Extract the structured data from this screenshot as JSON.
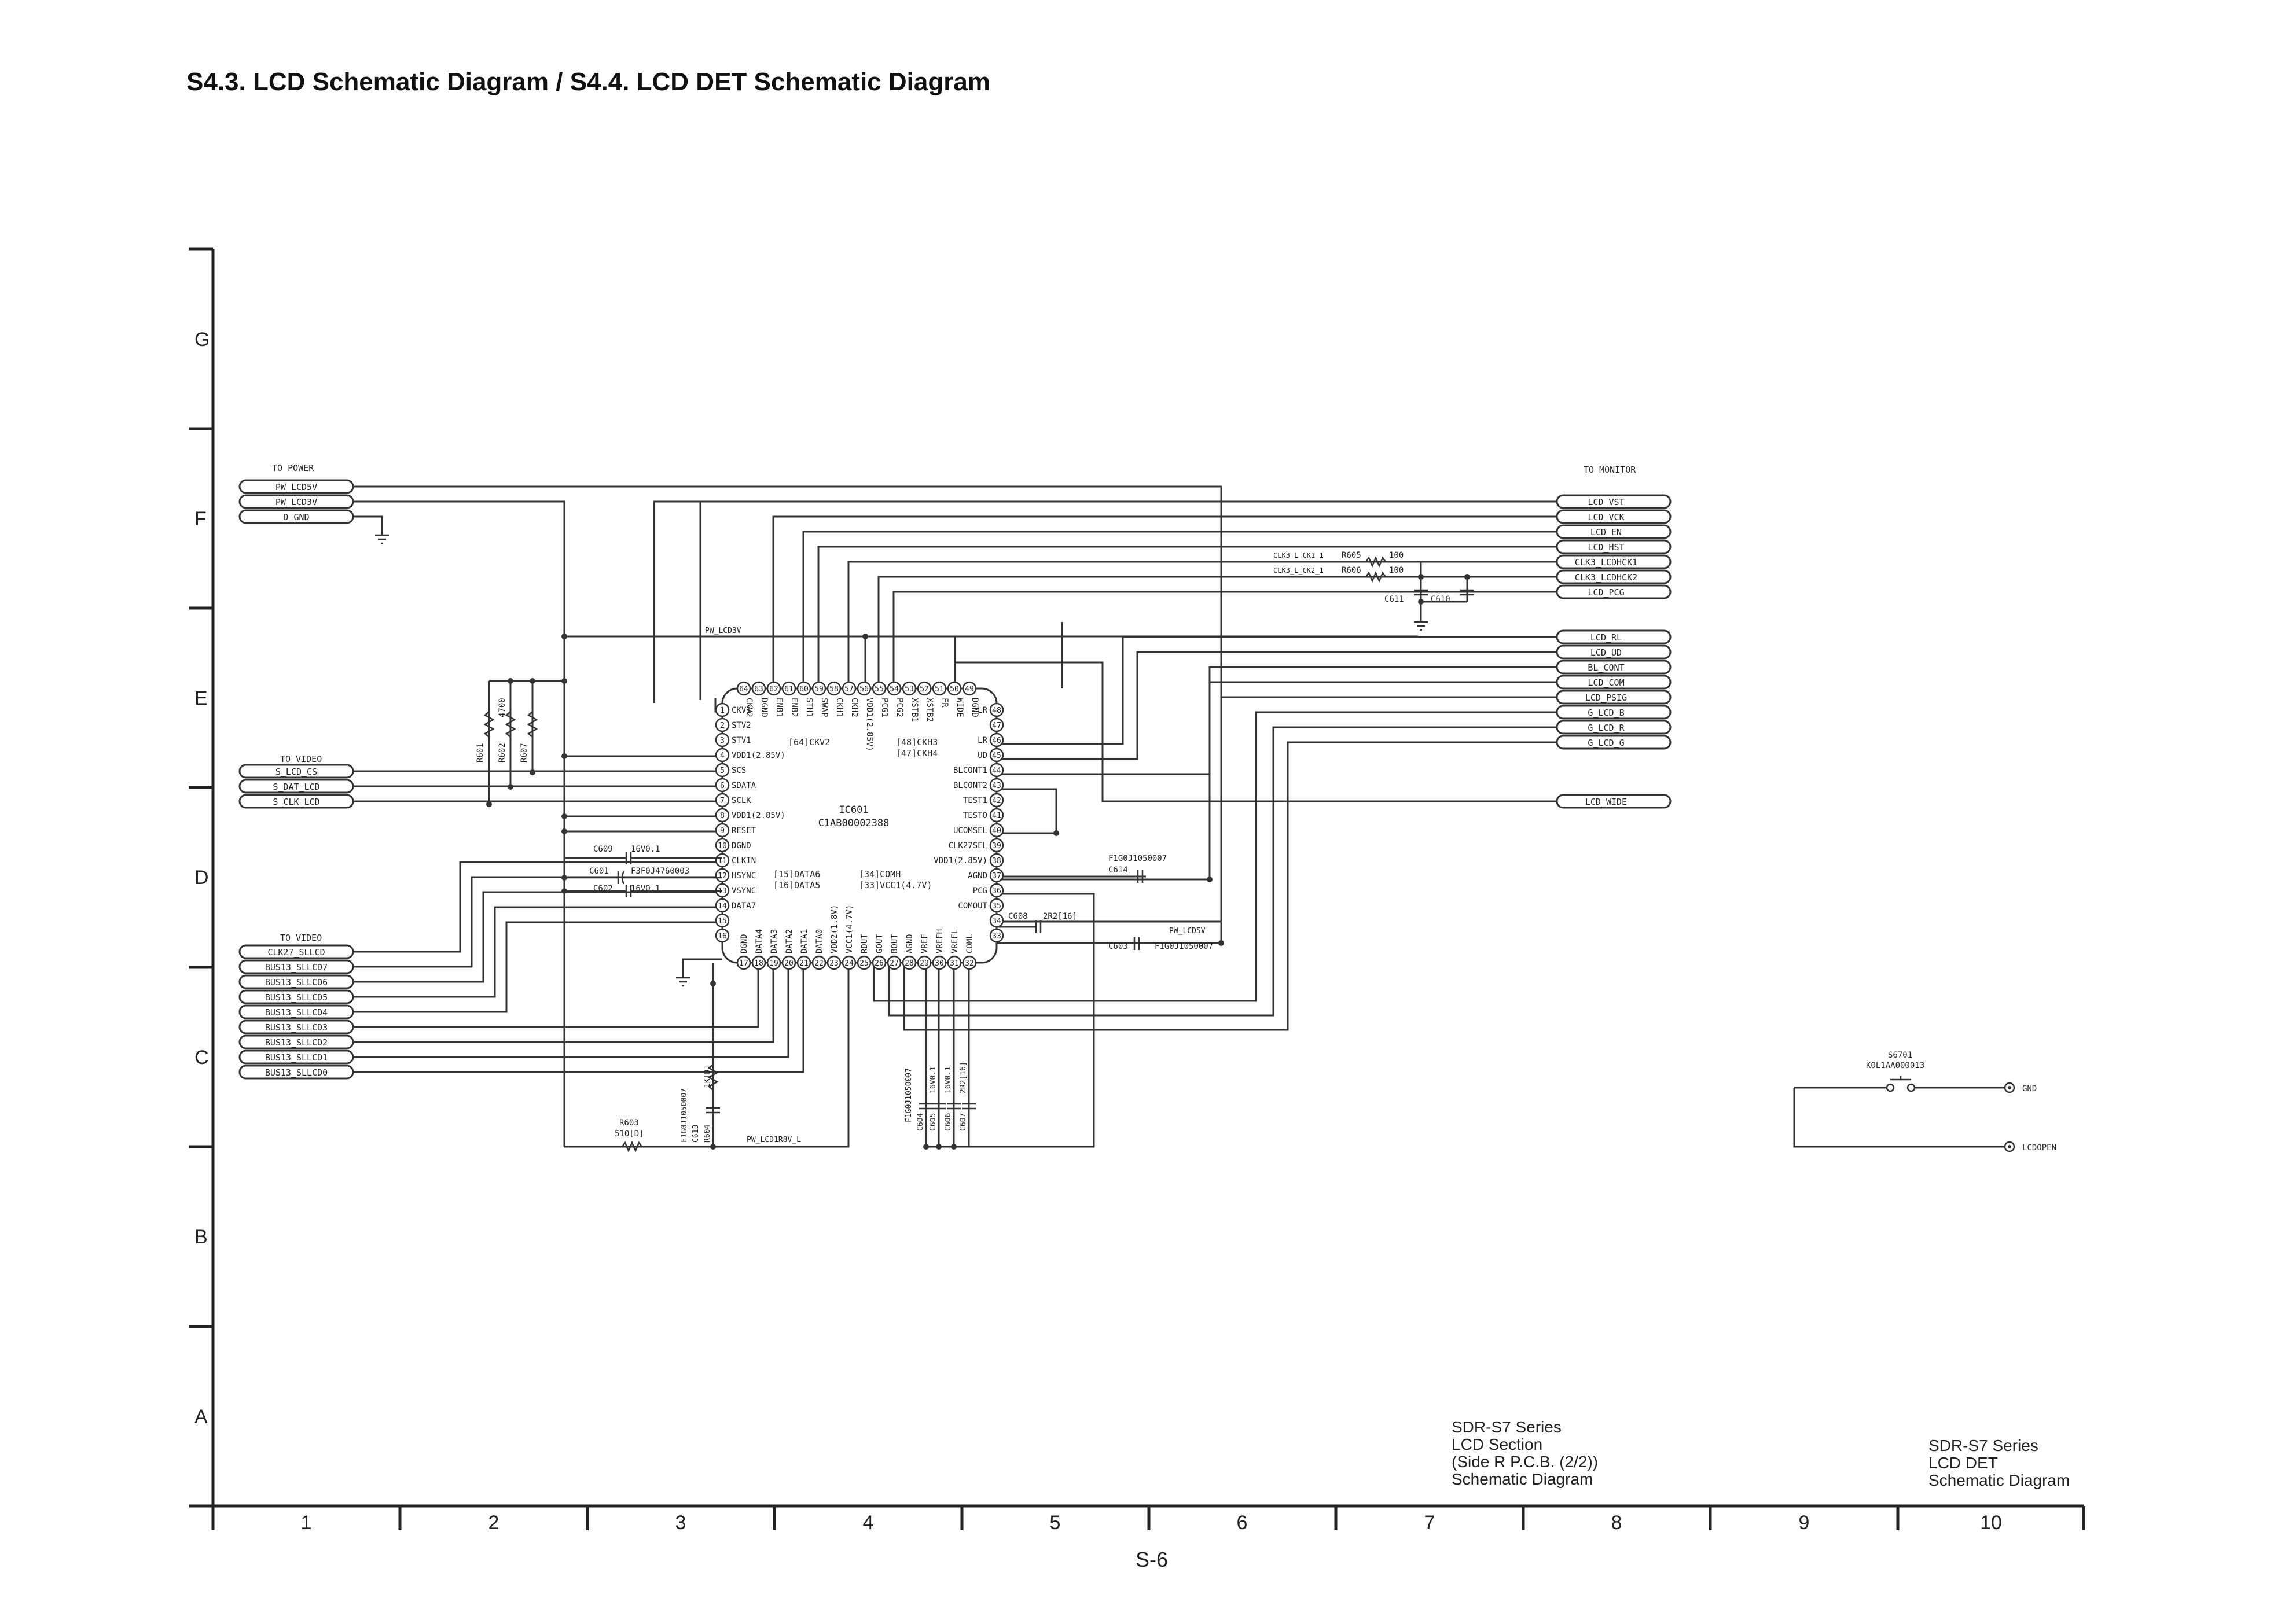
{
  "header": {
    "title": "S4.3. LCD Schematic Diagram / S4.4. LCD DET Schematic Diagram"
  },
  "grid": {
    "rows": [
      "G",
      "F",
      "E",
      "D",
      "C",
      "B",
      "A"
    ],
    "columns": [
      "1",
      "2",
      "3",
      "4",
      "5",
      "6",
      "7",
      "8",
      "9",
      "10"
    ]
  },
  "page_number": "S-6",
  "ic": {
    "ref": "IC601",
    "part": "C1AB00002388",
    "left_pins": [
      {
        "n": "1",
        "name": "CKV1"
      },
      {
        "n": "2",
        "name": "STV2"
      },
      {
        "n": "3",
        "name": "STV1"
      },
      {
        "n": "4",
        "name": "VDD1(2.85V)"
      },
      {
        "n": "5",
        "name": "SCS"
      },
      {
        "n": "6",
        "name": "SDATA"
      },
      {
        "n": "7",
        "name": "SCLK"
      },
      {
        "n": "8",
        "name": "VDD1(2.85V)"
      },
      {
        "n": "9",
        "name": "RESET"
      },
      {
        "n": "10",
        "name": "DGND"
      },
      {
        "n": "11",
        "name": "CLKIN"
      },
      {
        "n": "12",
        "name": "HSYNC"
      },
      {
        "n": "13",
        "name": "VSYNC"
      },
      {
        "n": "14",
        "name": "DATA7"
      },
      {
        "n": "15",
        "name": ""
      },
      {
        "n": "16",
        "name": ""
      }
    ],
    "right_pins": [
      {
        "n": "48",
        "name": "LR"
      },
      {
        "n": "47",
        "name": ""
      },
      {
        "n": "46",
        "name": "LR"
      },
      {
        "n": "45",
        "name": "UD"
      },
      {
        "n": "44",
        "name": "BLCONT1"
      },
      {
        "n": "43",
        "name": "BLCONT2"
      },
      {
        "n": "42",
        "name": "TEST1"
      },
      {
        "n": "41",
        "name": "TESTO"
      },
      {
        "n": "40",
        "name": "UCOMSEL"
      },
      {
        "n": "39",
        "name": "CLK27SEL"
      },
      {
        "n": "38",
        "name": "VDD1(2.85V)"
      },
      {
        "n": "37",
        "name": "AGND"
      },
      {
        "n": "36",
        "name": "PCG"
      },
      {
        "n": "35",
        "name": "COMOUT"
      },
      {
        "n": "34",
        "name": ""
      },
      {
        "n": "33",
        "name": ""
      }
    ],
    "top_pins": [
      {
        "n": "64",
        "name": "CKV2"
      },
      {
        "n": "63",
        "name": "DGND"
      },
      {
        "n": "62",
        "name": "ENB1"
      },
      {
        "n": "61",
        "name": "ENB2"
      },
      {
        "n": "60",
        "name": "STH1"
      },
      {
        "n": "59",
        "name": "SWAP"
      },
      {
        "n": "58",
        "name": "CKH1"
      },
      {
        "n": "57",
        "name": "CKH2"
      },
      {
        "n": "56",
        "name": "VDD1(2.85V)"
      },
      {
        "n": "55",
        "name": "PCG1"
      },
      {
        "n": "54",
        "name": "PCG2"
      },
      {
        "n": "53",
        "name": "XSTB1"
      },
      {
        "n": "52",
        "name": "XSTB2"
      },
      {
        "n": "51",
        "name": "FR"
      },
      {
        "n": "50",
        "name": "WIDE"
      },
      {
        "n": "49",
        "name": "DGND"
      }
    ],
    "bottom_pins": [
      {
        "n": "17",
        "name": "DGND"
      },
      {
        "n": "18",
        "name": "DATA4"
      },
      {
        "n": "19",
        "name": "DATA3"
      },
      {
        "n": "20",
        "name": "DATA2"
      },
      {
        "n": "21",
        "name": "DATA1"
      },
      {
        "n": "22",
        "name": "DATA0"
      },
      {
        "n": "23",
        "name": "VDD2(1.8V)"
      },
      {
        "n": "24",
        "name": "VCC1(4.7V)"
      },
      {
        "n": "25",
        "name": "RDUT"
      },
      {
        "n": "26",
        "name": "GOUT"
      },
      {
        "n": "27",
        "name": "BOUT"
      },
      {
        "n": "28",
        "name": "AGND"
      },
      {
        "n": "29",
        "name": "VREF"
      },
      {
        "n": "30",
        "name": "VREFH"
      },
      {
        "n": "31",
        "name": "VREFL"
      },
      {
        "n": "32",
        "name": "COML"
      }
    ],
    "inner_notes": [
      "[64]CKV2",
      "[48]CKH3",
      "[47]CKH4",
      "[15]DATA6",
      "[16]DATA5",
      "[34]COMH",
      "[33]VCC1(4.7V)"
    ]
  },
  "groups": {
    "to_power": {
      "label": "TO POWER",
      "nets": [
        "PW_LCD5V",
        "PW_LCD3V",
        "D_GND"
      ]
    },
    "to_video_1": {
      "label": "TO VIDEO",
      "nets": [
        "S_LCD_CS",
        "S_DAT_LCD",
        "S_CLK_LCD"
      ]
    },
    "to_video_2": {
      "label": "TO VIDEO",
      "nets": [
        "CLK27_SLLCD",
        "BUS13_SLLCD7",
        "BUS13_SLLCD6",
        "BUS13_SLLCD5",
        "BUS13_SLLCD4",
        "BUS13_SLLCD3",
        "BUS13_SLLCD2",
        "BUS13_SLLCD1",
        "BUS13_SLLCD0"
      ]
    },
    "to_monitor": {
      "label": "TO MONITOR",
      "nets": [
        "LCD_VST",
        "LCD_VCK",
        "LCD_EN",
        "LCD_HST",
        "CLK3_LCDHCK1",
        "CLK3_LCDHCK2",
        "LCD_PCG"
      ]
    },
    "monitor_2": {
      "nets": [
        "LCD_RL",
        "LCD_UD",
        "BL_CONT",
        "LCD_COM",
        "LCD_PSIG",
        "G_LCD_B",
        "G_LCD_R",
        "G_LCD_G"
      ]
    },
    "lcd_wide": "LCD_WIDE"
  },
  "components": {
    "R601": "R601",
    "R602": "R602",
    "R607": "R607",
    "r_val_4700": "4700",
    "r605": "R605",
    "r605_val": "100",
    "r606": "R606",
    "r606_val": "100",
    "clk_net_1": "CLK3_L_CK1_1",
    "clk_net_2": "CLK3_L_CK2_1",
    "c611": "C611",
    "c610": "C610",
    "pw_lcd3v": "PW_LCD3V",
    "c609": "C609",
    "c609_val": "16V0.1",
    "c601": "C601",
    "c601_part": "F3F0J4760003",
    "c602": "C602",
    "c602_val": "16V0.1",
    "c614": "C614",
    "c614_part": "F1G0J1050007",
    "c608": "C608",
    "c608_val": "2R2[16]",
    "pw_lcd5v": "PW_LCD5V",
    "c603": "C603",
    "c603_part": "F1G0J1050007",
    "r603": "R603",
    "r603_val": "510[D]",
    "c613": "C613",
    "c613_part": "F1G0J1050007",
    "r604": "R604",
    "r604_val": "1K[D]",
    "pw_lcd1r8v": "PW_LCD1R8V_L",
    "c604": "C604",
    "c604_part": "F1G0J1050007",
    "c605": "C605",
    "c605_val": "16V0.1",
    "c606": "C606",
    "c606_val": "16V0.1",
    "c607": "C607",
    "c607_val": "2R2[16]"
  },
  "switch": {
    "ref": "S6701",
    "part": "K0L1AA000013",
    "gnd": "GND",
    "lcdopen": "LCDOPEN"
  },
  "captions": {
    "lcd": [
      "SDR-S7 Series",
      "LCD Section",
      "(Side R P.C.B. (2/2))",
      "Schematic Diagram"
    ],
    "det": [
      "SDR-S7 Series",
      "LCD DET",
      "Schematic Diagram"
    ]
  }
}
